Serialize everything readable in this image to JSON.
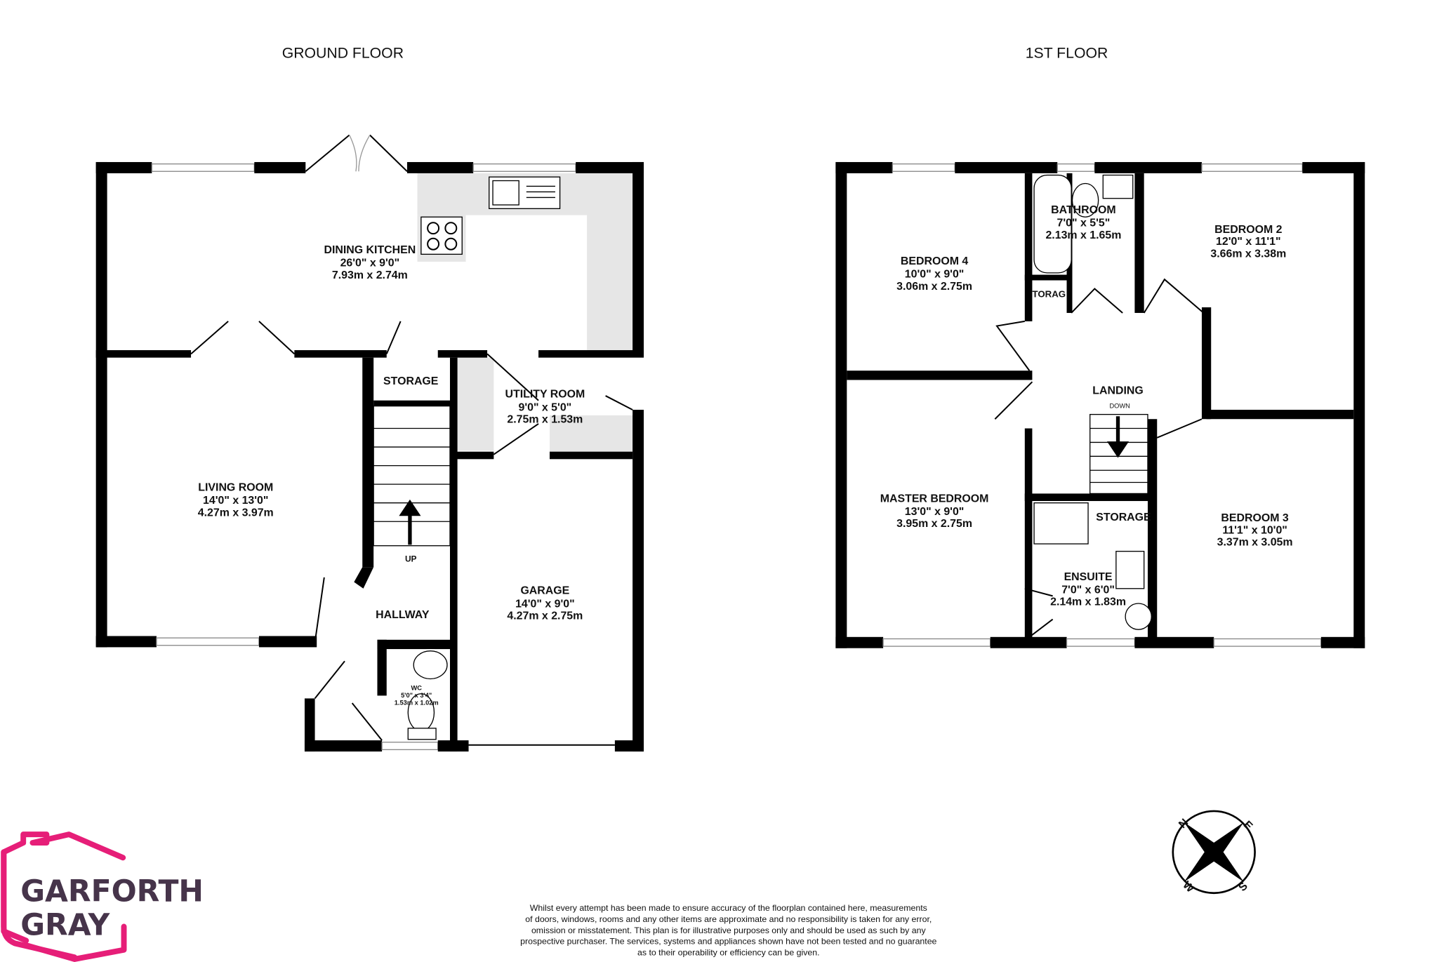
{
  "headings": {
    "ground": "GROUND FLOOR",
    "first": "1ST FLOOR"
  },
  "ground_rooms": {
    "kitchen": {
      "name": "DINING KITCHEN",
      "imperial": "26'0\"  x 9'0\"",
      "metric": "7.93m  x 2.74m"
    },
    "living": {
      "name": "LIVING ROOM",
      "imperial": "14'0\"  x 13'0\"",
      "metric": "4.27m  x 3.97m"
    },
    "storage": {
      "name": "STORAGE"
    },
    "utility": {
      "name": "UTILITY ROOM",
      "imperial": "9'0\"  x 5'0\"",
      "metric": "2.75m  x 1.53m"
    },
    "garage": {
      "name": "GARAGE",
      "imperial": "14'0\"  x 9'0\"",
      "metric": "4.27m  x 2.75m"
    },
    "hallway": {
      "name": "HALLWAY"
    },
    "wc": {
      "name": "WC",
      "imperial": "5'0\"  x 3'4\"",
      "metric": "1.53m  x 1.02m"
    },
    "stairs_label": "UP"
  },
  "first_rooms": {
    "bedroom4": {
      "name": "BEDROOM 4",
      "imperial": "10'0\"  x 9'0\"",
      "metric": "3.06m  x 2.75m"
    },
    "bathroom": {
      "name": "BATHROOM",
      "imperial": "7'0\"  x 5'5\"",
      "metric": "2.13m  x 1.65m"
    },
    "bedroom2": {
      "name": "BEDROOM 2",
      "imperial": "12'0\"  x 11'1\"",
      "metric": "3.66m  x 3.38m"
    },
    "storage_small": {
      "name": "TORAG"
    },
    "landing": {
      "name": "LANDING"
    },
    "stairs_label": "DOWN",
    "master": {
      "name": "MASTER BEDROOM",
      "imperial": "13'0\"  x 9'0\"",
      "metric": "3.95m  x 2.75m"
    },
    "storage": {
      "name": "STORAGE"
    },
    "ensuite": {
      "name": "ENSUITE",
      "imperial": "7'0\"  x 6'0\"",
      "metric": "2.14m  x 1.83m"
    },
    "bedroom3": {
      "name": "BEDROOM 3",
      "imperial": "11'1\"  x 10'0\"",
      "metric": "3.37m  x 3.05m"
    }
  },
  "compass": {
    "n": "N",
    "e": "E",
    "s": "S",
    "w": "W"
  },
  "logo": {
    "line1": "GARFORTH",
    "line2": "GRAY",
    "pink": "#e61e78",
    "text_color": "#46344a"
  },
  "disclaimer": [
    "Whilst every attempt has been made to ensure accuracy of the floorplan contained here, measurements",
    "of doors, windows, rooms and any other items are approximate and no responsibility is taken for any error,",
    "omission or misstatement. This plan is for illustrative purposes only and should be used as such by any",
    "prospective purchaser. The services, systems and appliances shown have not been tested and no guarantee",
    "as to their operability or efficiency can be given."
  ]
}
